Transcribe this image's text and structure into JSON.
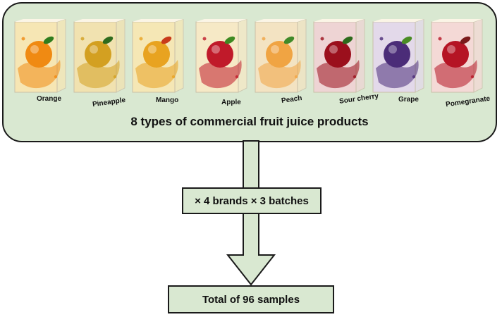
{
  "title": "8 types of commercial fruit juice products",
  "products": [
    {
      "label": "Orange",
      "fruit": "#f08a12",
      "bg": "#f6e6b4",
      "accent": "#2f7d1e",
      "icon": "orange-icon"
    },
    {
      "label": "Pineapple",
      "fruit": "#d3a021",
      "bg": "#f1e2b0",
      "accent": "#2e6b1d",
      "icon": "pineapple-icon"
    },
    {
      "label": "Mango",
      "fruit": "#e8a320",
      "bg": "#f5e7b5",
      "accent": "#c83a1a",
      "icon": "mango-icon"
    },
    {
      "label": "Apple",
      "fruit": "#c01a2a",
      "bg": "#f6e9c6",
      "accent": "#3d8a22",
      "icon": "apple-icon"
    },
    {
      "label": "Peach",
      "fruit": "#f0a443",
      "bg": "#f3e3c2",
      "accent": "#3f8a28",
      "icon": "peach-icon"
    },
    {
      "label": "Sour cherry",
      "fruit": "#9b0f1c",
      "bg": "#eed4d4",
      "accent": "#2d6b1c",
      "icon": "cherry-icon"
    },
    {
      "label": "Grape",
      "fruit": "#4b2c78",
      "bg": "#e3d9ea",
      "accent": "#4a8c24",
      "icon": "grape-icon"
    },
    {
      "label": "Pomegranate",
      "fruit": "#b51424",
      "bg": "#f4d9d6",
      "accent": "#7a1b1b",
      "icon": "pomegranate-icon"
    }
  ],
  "step_label": "× 4 brands × 3 batches",
  "result_label": "Total of 96 samples",
  "colors": {
    "box_fill": "#d9e8d1",
    "border": "#1a1a1a"
  }
}
